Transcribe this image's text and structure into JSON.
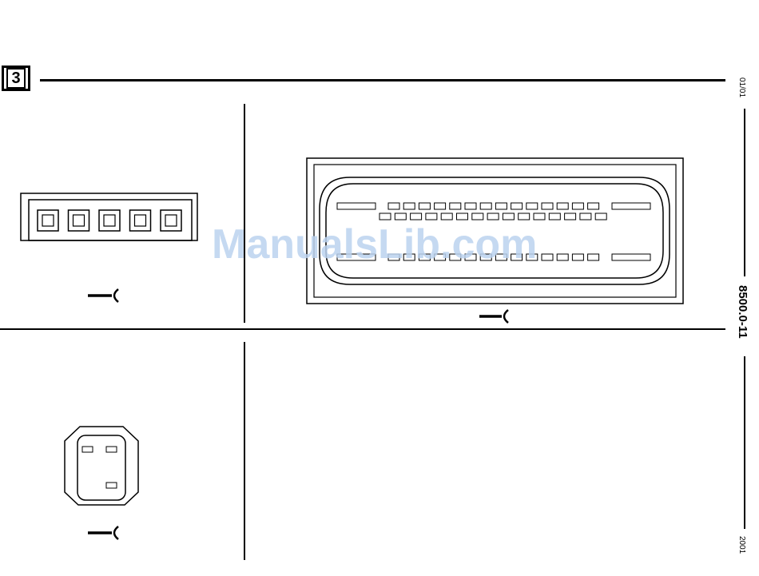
{
  "page": {
    "chapter_number": "3",
    "side_date": "01/01",
    "side_code": "8500.0-11",
    "side_year": "2001",
    "watermark": "ManualsLib.com"
  },
  "diagrams": {
    "connector_5pin": {
      "pin_count": 5
    },
    "connector_ecu": {
      "top_row_small_pins": 14,
      "second_row_pins": 15,
      "bottom_row_small_pins": 14
    },
    "connector_3pin": {
      "pin_count": 3
    }
  }
}
